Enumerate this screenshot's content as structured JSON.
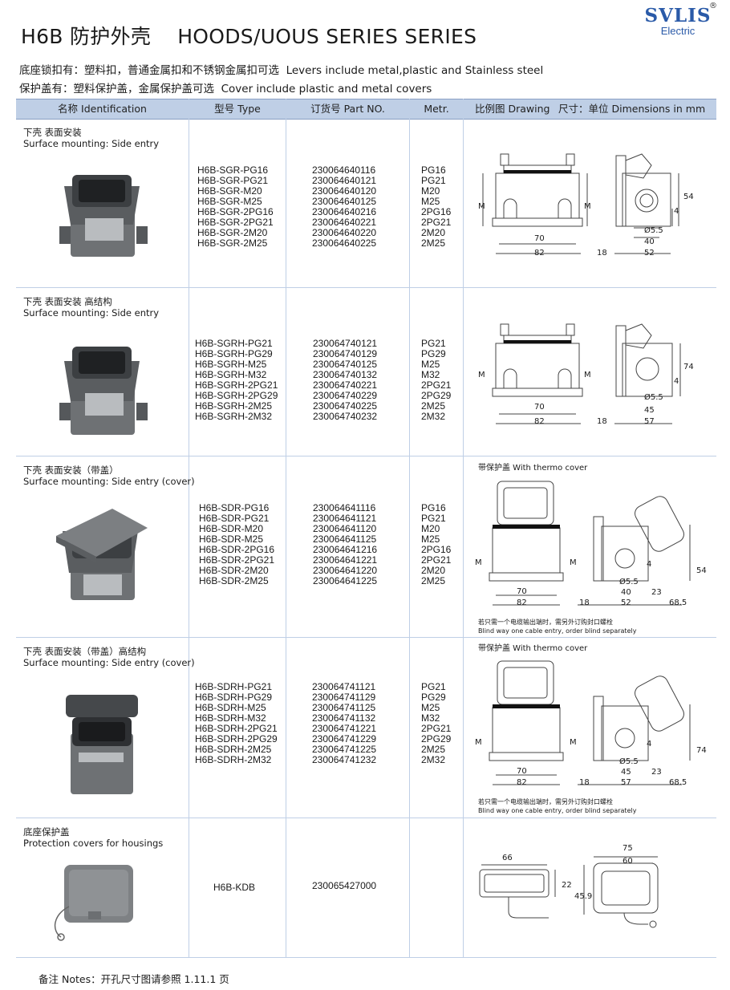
{
  "header": {
    "title_cn": "H6B 防护外壳",
    "title_en": "HOODS/UOUS SERIES SERIES",
    "logo_main": "SVLIS",
    "logo_sub": "Electric",
    "logo_reg": "®",
    "desc1_cn": "底座锁扣有：塑料扣，普通金属扣和不锈钢金属扣可选",
    "desc1_en": "Levers include metal,plastic and Stainless steel",
    "desc2_cn": "保护盖有：塑料保护盖，金属保护盖可选",
    "desc2_en": "Cover include plastic and metal  covers"
  },
  "columns": {
    "identification": "名称  Identification",
    "type": "型号 Type",
    "part_no": "订货号 Part NO.",
    "metr": "Metr.",
    "drawing": "比例图 Drawing",
    "dimensions": "尺寸：单位 Dimensions in mm"
  },
  "sections": [
    {
      "name_cn": "下壳  表面安装",
      "name_en": "Surface mounting: Side entry",
      "types": [
        "H6B-SGR-PG16",
        "H6B-SGR-PG21",
        "H6B-SGR-M20",
        "H6B-SGR-M25",
        "H6B-SGR-2PG16",
        "H6B-SGR-2PG21",
        "H6B-SGR-2M20",
        "H6B-SGR-2M25"
      ],
      "parts": [
        "230064640116",
        "230064640121",
        "230064640120",
        "230064640125",
        "230064640216",
        "230064640221",
        "230064640220",
        "230064640225"
      ],
      "metr": [
        "PG16",
        "PG21",
        "M20",
        "M25",
        "2PG16",
        "2PG21",
        "2M20",
        "2M25"
      ],
      "dims": {
        "w70": "70",
        "w82": "82",
        "d18": "18",
        "d40": "40",
        "d52": "52",
        "h": "54",
        "hole": "Ø5.5",
        "four": "4",
        "m": "M"
      }
    },
    {
      "name_cn": "下壳  表面安装  高结构",
      "name_en": "Surface mounting: Side entry",
      "types": [
        "H6B-SGRH-PG21",
        "H6B-SGRH-PG29",
        "H6B-SGRH-M25",
        "H6B-SGRH-M32",
        "H6B-SGRH-2PG21",
        "H6B-SGRH-2PG29",
        "H6B-SGRH-2M25",
        "H6B-SGRH-2M32"
      ],
      "parts": [
        "230064740121",
        "230064740129",
        "230064740125",
        "230064740132",
        "230064740221",
        "230064740229",
        "230064740225",
        "230064740232"
      ],
      "metr": [
        "PG21",
        "PG29",
        "M25",
        "M32",
        "2PG21",
        "2PG29",
        "2M25",
        "2M32"
      ],
      "dims": {
        "w70": "70",
        "w82": "82",
        "d18": "18",
        "d40": "45",
        "d52": "57",
        "h": "74",
        "hole": "Ø5.5",
        "four": "4",
        "m": "M"
      }
    },
    {
      "name_cn": "下壳  表面安装（带盖）",
      "name_en": "Surface mounting: Side entry (cover)",
      "types": [
        "H6B-SDR-PG16",
        "H6B-SDR-PG21",
        "H6B-SDR-M20",
        "H6B-SDR-M25",
        "H6B-SDR-2PG16",
        "H6B-SDR-2PG21",
        "H6B-SDR-2M20",
        "H6B-SDR-2M25"
      ],
      "parts": [
        "230064641116",
        "230064641121",
        "230064641120",
        "230064641125",
        "230064641216",
        "230064641221",
        "230064641220",
        "230064641225"
      ],
      "metr": [
        "PG16",
        "PG21",
        "M20",
        "M25",
        "2PG16",
        "2PG21",
        "2M20",
        "2M25"
      ],
      "drawing_label": "带保护盖 With thermo cover",
      "blind_cn": "若只需一个电缆输出端时，需另外订购封口螺栓",
      "blind_en": "Blind way one cable entry, order blind separately",
      "dims": {
        "w70": "70",
        "w82": "82",
        "d18": "18",
        "d40": "40",
        "d52": "52",
        "d23": "23",
        "d68": "68.5",
        "h": "54",
        "hole": "Ø5.5",
        "four": "4",
        "m": "M"
      }
    },
    {
      "name_cn": "下壳  表面安装（带盖）高结构",
      "name_en": "Surface mounting: Side entry (cover)",
      "types": [
        "H6B-SDRH-PG21",
        "H6B-SDRH-PG29",
        "H6B-SDRH-M25",
        "H6B-SDRH-M32",
        "H6B-SDRH-2PG21",
        "H6B-SDRH-2PG29",
        "H6B-SDRH-2M25",
        "H6B-SDRH-2M32"
      ],
      "parts": [
        "230064741121",
        "230064741129",
        "230064741125",
        "230064741132",
        "230064741221",
        "230064741229",
        "230064741225",
        "230064741232"
      ],
      "metr": [
        "PG21",
        "PG29",
        "M25",
        "M32",
        "2PG21",
        "2PG29",
        "2M25",
        "2M32"
      ],
      "drawing_label": "带保护盖 With thermo cover",
      "blind_cn": "若只需一个电缆输出端时，需另外订购封口螺栓",
      "blind_en": "Blind way one cable entry, order blind separately",
      "dims": {
        "w70": "70",
        "w82": "82",
        "d18": "18",
        "d40": "45",
        "d52": "57",
        "d23": "23",
        "d68": "68.5",
        "h": "74",
        "hole": "Ø5.5",
        "four": "4",
        "m": "M"
      }
    },
    {
      "name_cn": "底座保护盖",
      "name_en": "Protection covers for housings",
      "types": [
        "H6B-KDB"
      ],
      "parts": [
        "230065427000"
      ],
      "metr": [],
      "dims": {
        "w66": "66",
        "h22": "22",
        "w75": "75",
        "w60": "60",
        "h45": "45.9"
      }
    }
  ],
  "note": "备注 Notes：开孔尺寸图请参照 1.11.1 页"
}
